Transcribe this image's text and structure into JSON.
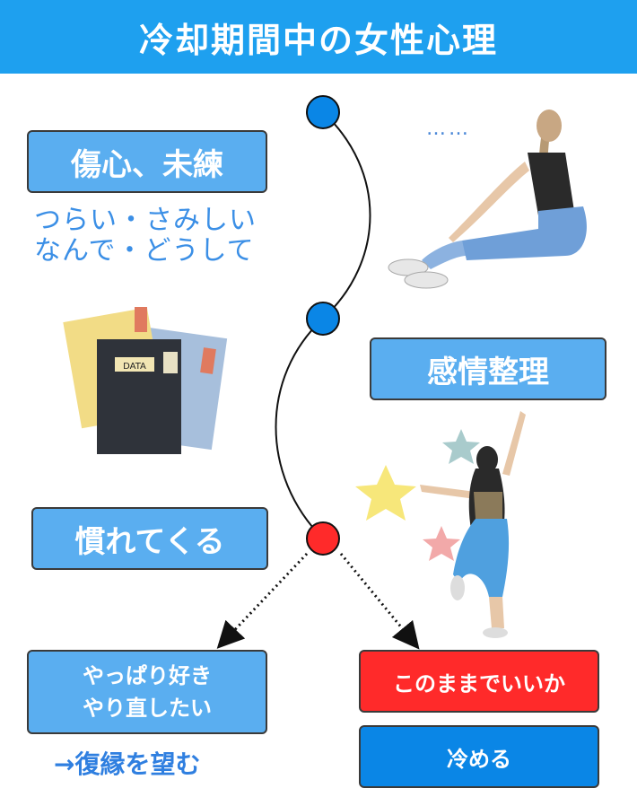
{
  "header": {
    "title": "冷却期間中の女性心理"
  },
  "stages": {
    "stage1": {
      "label": "傷心、未練",
      "sub1": "つらい・さみしい",
      "sub2": "なんで・どうして"
    },
    "stage2": {
      "label": "感情整理"
    },
    "stage3": {
      "label": "慣れてくる"
    }
  },
  "outcomes": {
    "left": {
      "line1": "やっぱり好き",
      "line2": "やり直したい",
      "result": "→復縁を望む"
    },
    "right": {
      "option1": "このままでいいか",
      "option2": "冷める"
    }
  },
  "thought": {
    "ellipsis": "……"
  },
  "illustrations": {
    "data_label": "DATA"
  },
  "colors": {
    "header": "#1ea0ef",
    "box_light": "#5aaef0",
    "node_blue": "#0a86e6",
    "node_red": "#ff2a2a",
    "text_blue": "#3b8fe6"
  }
}
